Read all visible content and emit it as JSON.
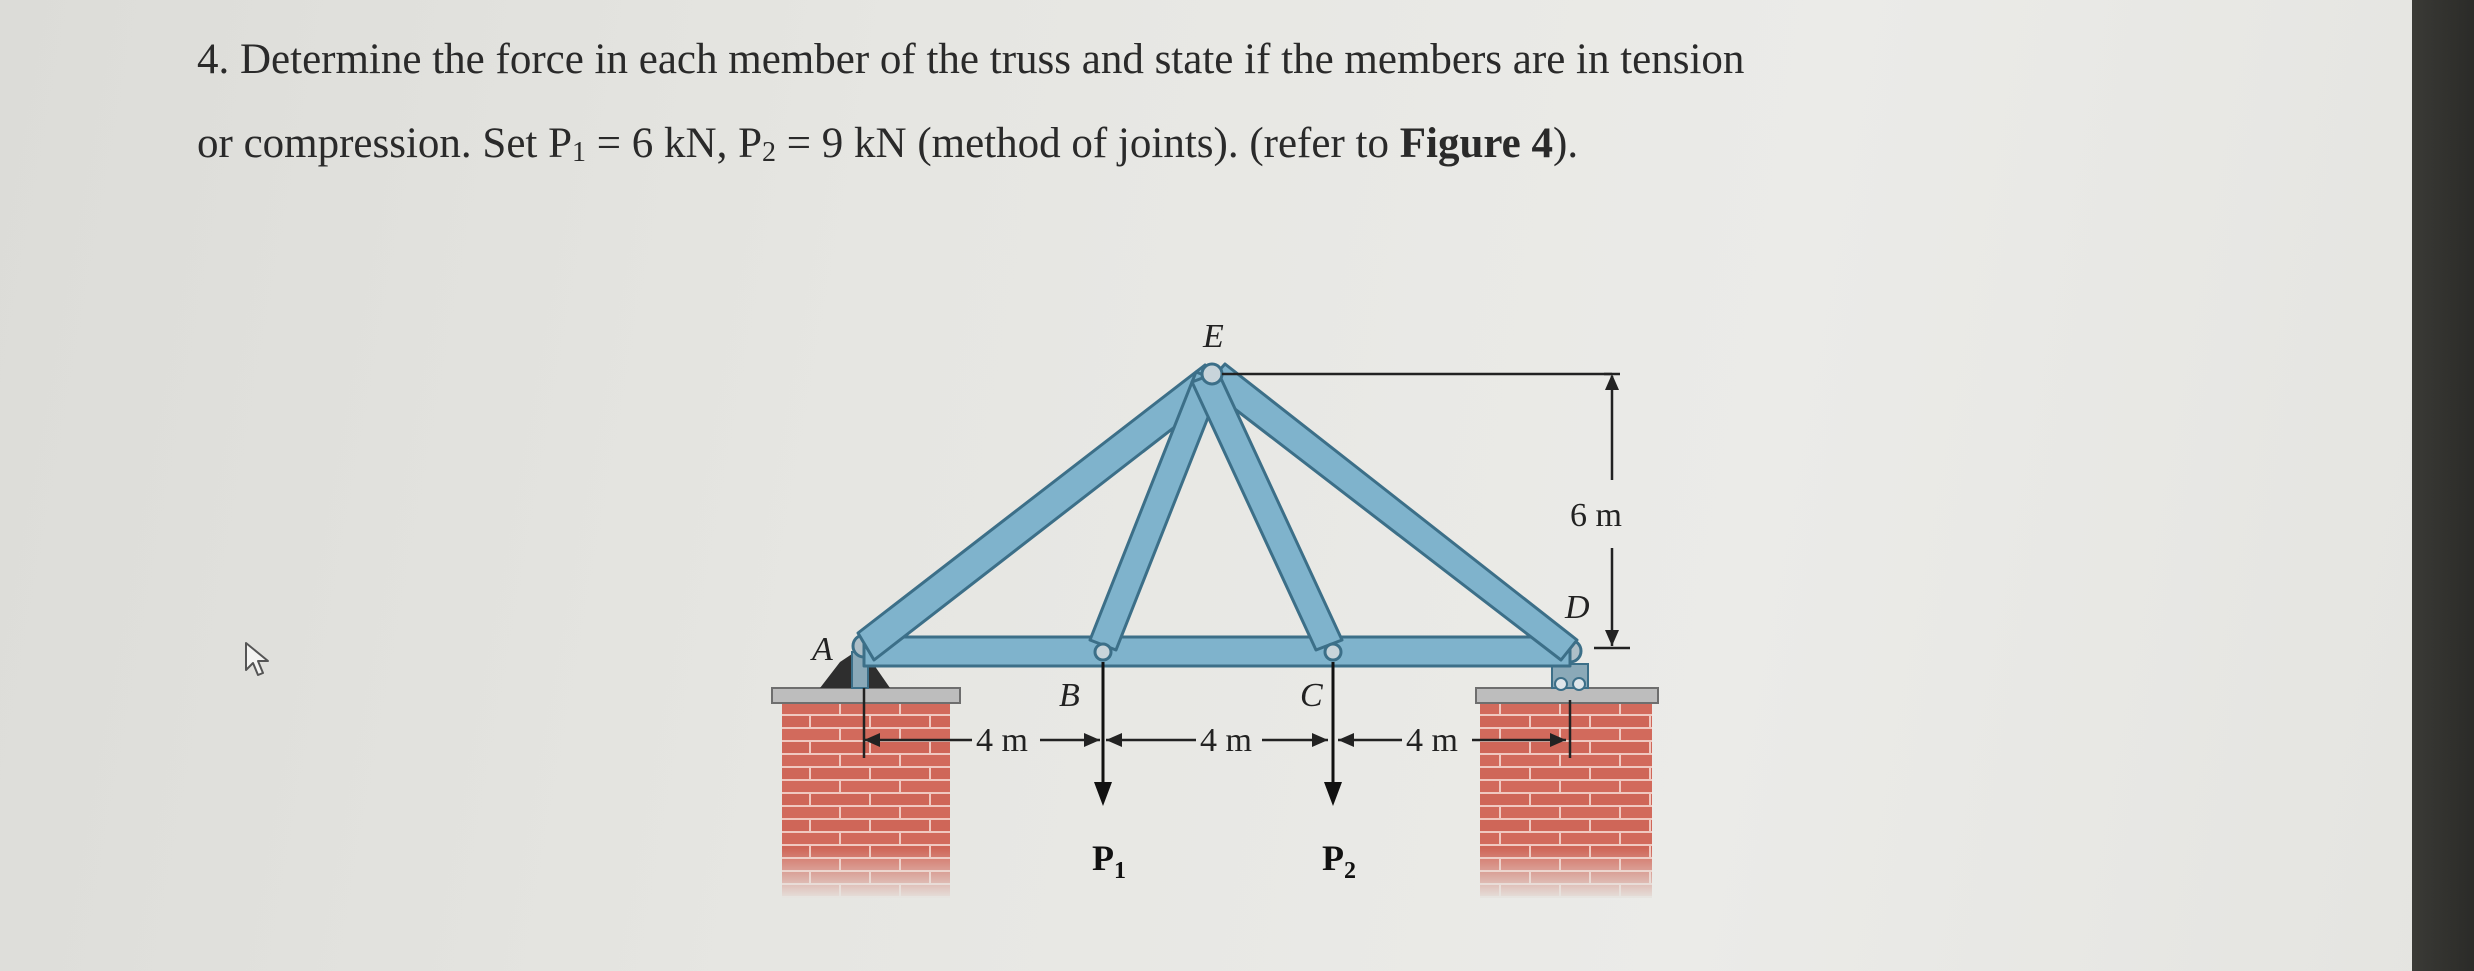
{
  "question": {
    "number": "4.",
    "line1": "Determine the force in each member of the truss and state if the members are in tension",
    "line2_a": "or compression. Set P",
    "p1_sub": "1",
    "line2_b": " = 6 kN, P",
    "p2_sub": "2",
    "line2_c": " = 9 kN (method of joints). (refer to ",
    "figure_ref": "Figure 4",
    "line2_d": ")."
  },
  "figure": {
    "node_labels": {
      "A": "A",
      "B": "B",
      "C": "C",
      "D": "D",
      "E": "E"
    },
    "dimensions": {
      "span_1": "4 m",
      "span_2": "4 m",
      "span_3": "4 m",
      "height": "6 m"
    },
    "loads": {
      "p1_main": "P",
      "p1_sub": "1",
      "p2_main": "P",
      "p2_sub": "2"
    },
    "colors": {
      "member_fill": "#7fb3cc",
      "member_stroke": "#3c6f88",
      "brick": "#d06b5e",
      "mortar": "#f0c8c0"
    }
  }
}
